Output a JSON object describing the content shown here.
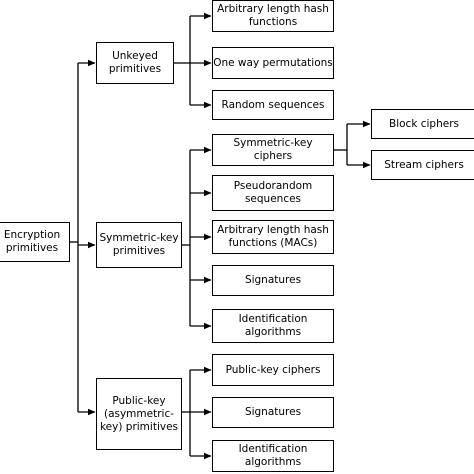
{
  "root": {
    "label": "Encryption\nprimitives"
  },
  "categories": [
    {
      "label": "Unkeyed\nprimitives",
      "children": [
        {
          "label": "Arbitrary length hash\nfunctions"
        },
        {
          "label": "One way permutations"
        },
        {
          "label": "Random sequences"
        }
      ]
    },
    {
      "label": "Symmetric-key\nprimitives",
      "children": [
        {
          "label": "Symmetric-key ciphers",
          "children": [
            {
              "label": "Block ciphers"
            },
            {
              "label": "Stream ciphers"
            }
          ]
        },
        {
          "label": "Pseudorandom\nsequences"
        },
        {
          "label": "Arbitrary length hash\nfunctions (MACs)"
        },
        {
          "label": "Signatures"
        },
        {
          "label": "Identification\nalgorithms"
        }
      ]
    },
    {
      "label": "Public-key\n(asymmetric-\nkey) primitives",
      "children": [
        {
          "label": "Public-key ciphers"
        },
        {
          "label": "Signatures"
        },
        {
          "label": "Identification\nalgorithms"
        }
      ]
    }
  ]
}
